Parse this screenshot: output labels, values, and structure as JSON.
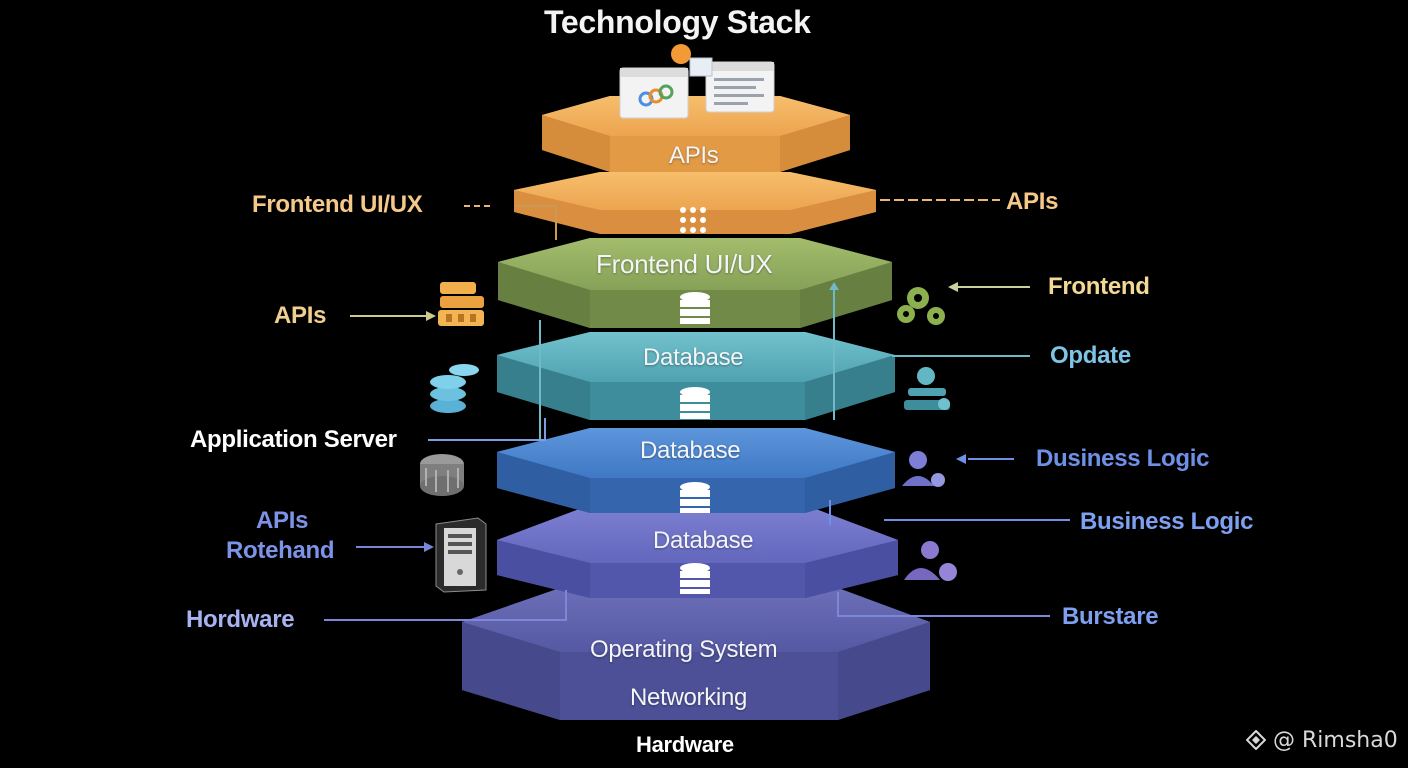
{
  "title": "Technology Stack",
  "layers": [
    {
      "label": "APIs"
    },
    {
      "label": ""
    },
    {
      "label": "Frontend UI/UX"
    },
    {
      "label": "Database"
    },
    {
      "label": "Database"
    },
    {
      "label": "Database"
    },
    {
      "label": "Operating System",
      "sublabel": "Networking"
    }
  ],
  "bottom_label": "Hardware",
  "left_labels": [
    {
      "text": "Frontend UI/UX"
    },
    {
      "text": "APIs"
    },
    {
      "text": "Application Server"
    },
    {
      "text": "APIs"
    },
    {
      "text": "Rotehand"
    },
    {
      "text": "Hordware"
    }
  ],
  "right_labels": [
    {
      "text": "APIs"
    },
    {
      "text": "Frontend"
    },
    {
      "text": "Opdate"
    },
    {
      "text": "Dusiness Logic"
    },
    {
      "text": "Business Logic"
    },
    {
      "text": "Burstare"
    }
  ],
  "watermark": "@ Rimsha0",
  "colors": {
    "orange": "#f2b15e",
    "green": "#93ad62",
    "teal": "#5fb3bf",
    "blue": "#4e86cf",
    "purple": "#6f74c8",
    "slate": "#5f62aa",
    "label_orange": "#f6c98a",
    "label_green": "#dcd9a0",
    "label_teal": "#7ec4e6",
    "label_blue": "#6e90e6",
    "label_white": "#ffffff"
  }
}
